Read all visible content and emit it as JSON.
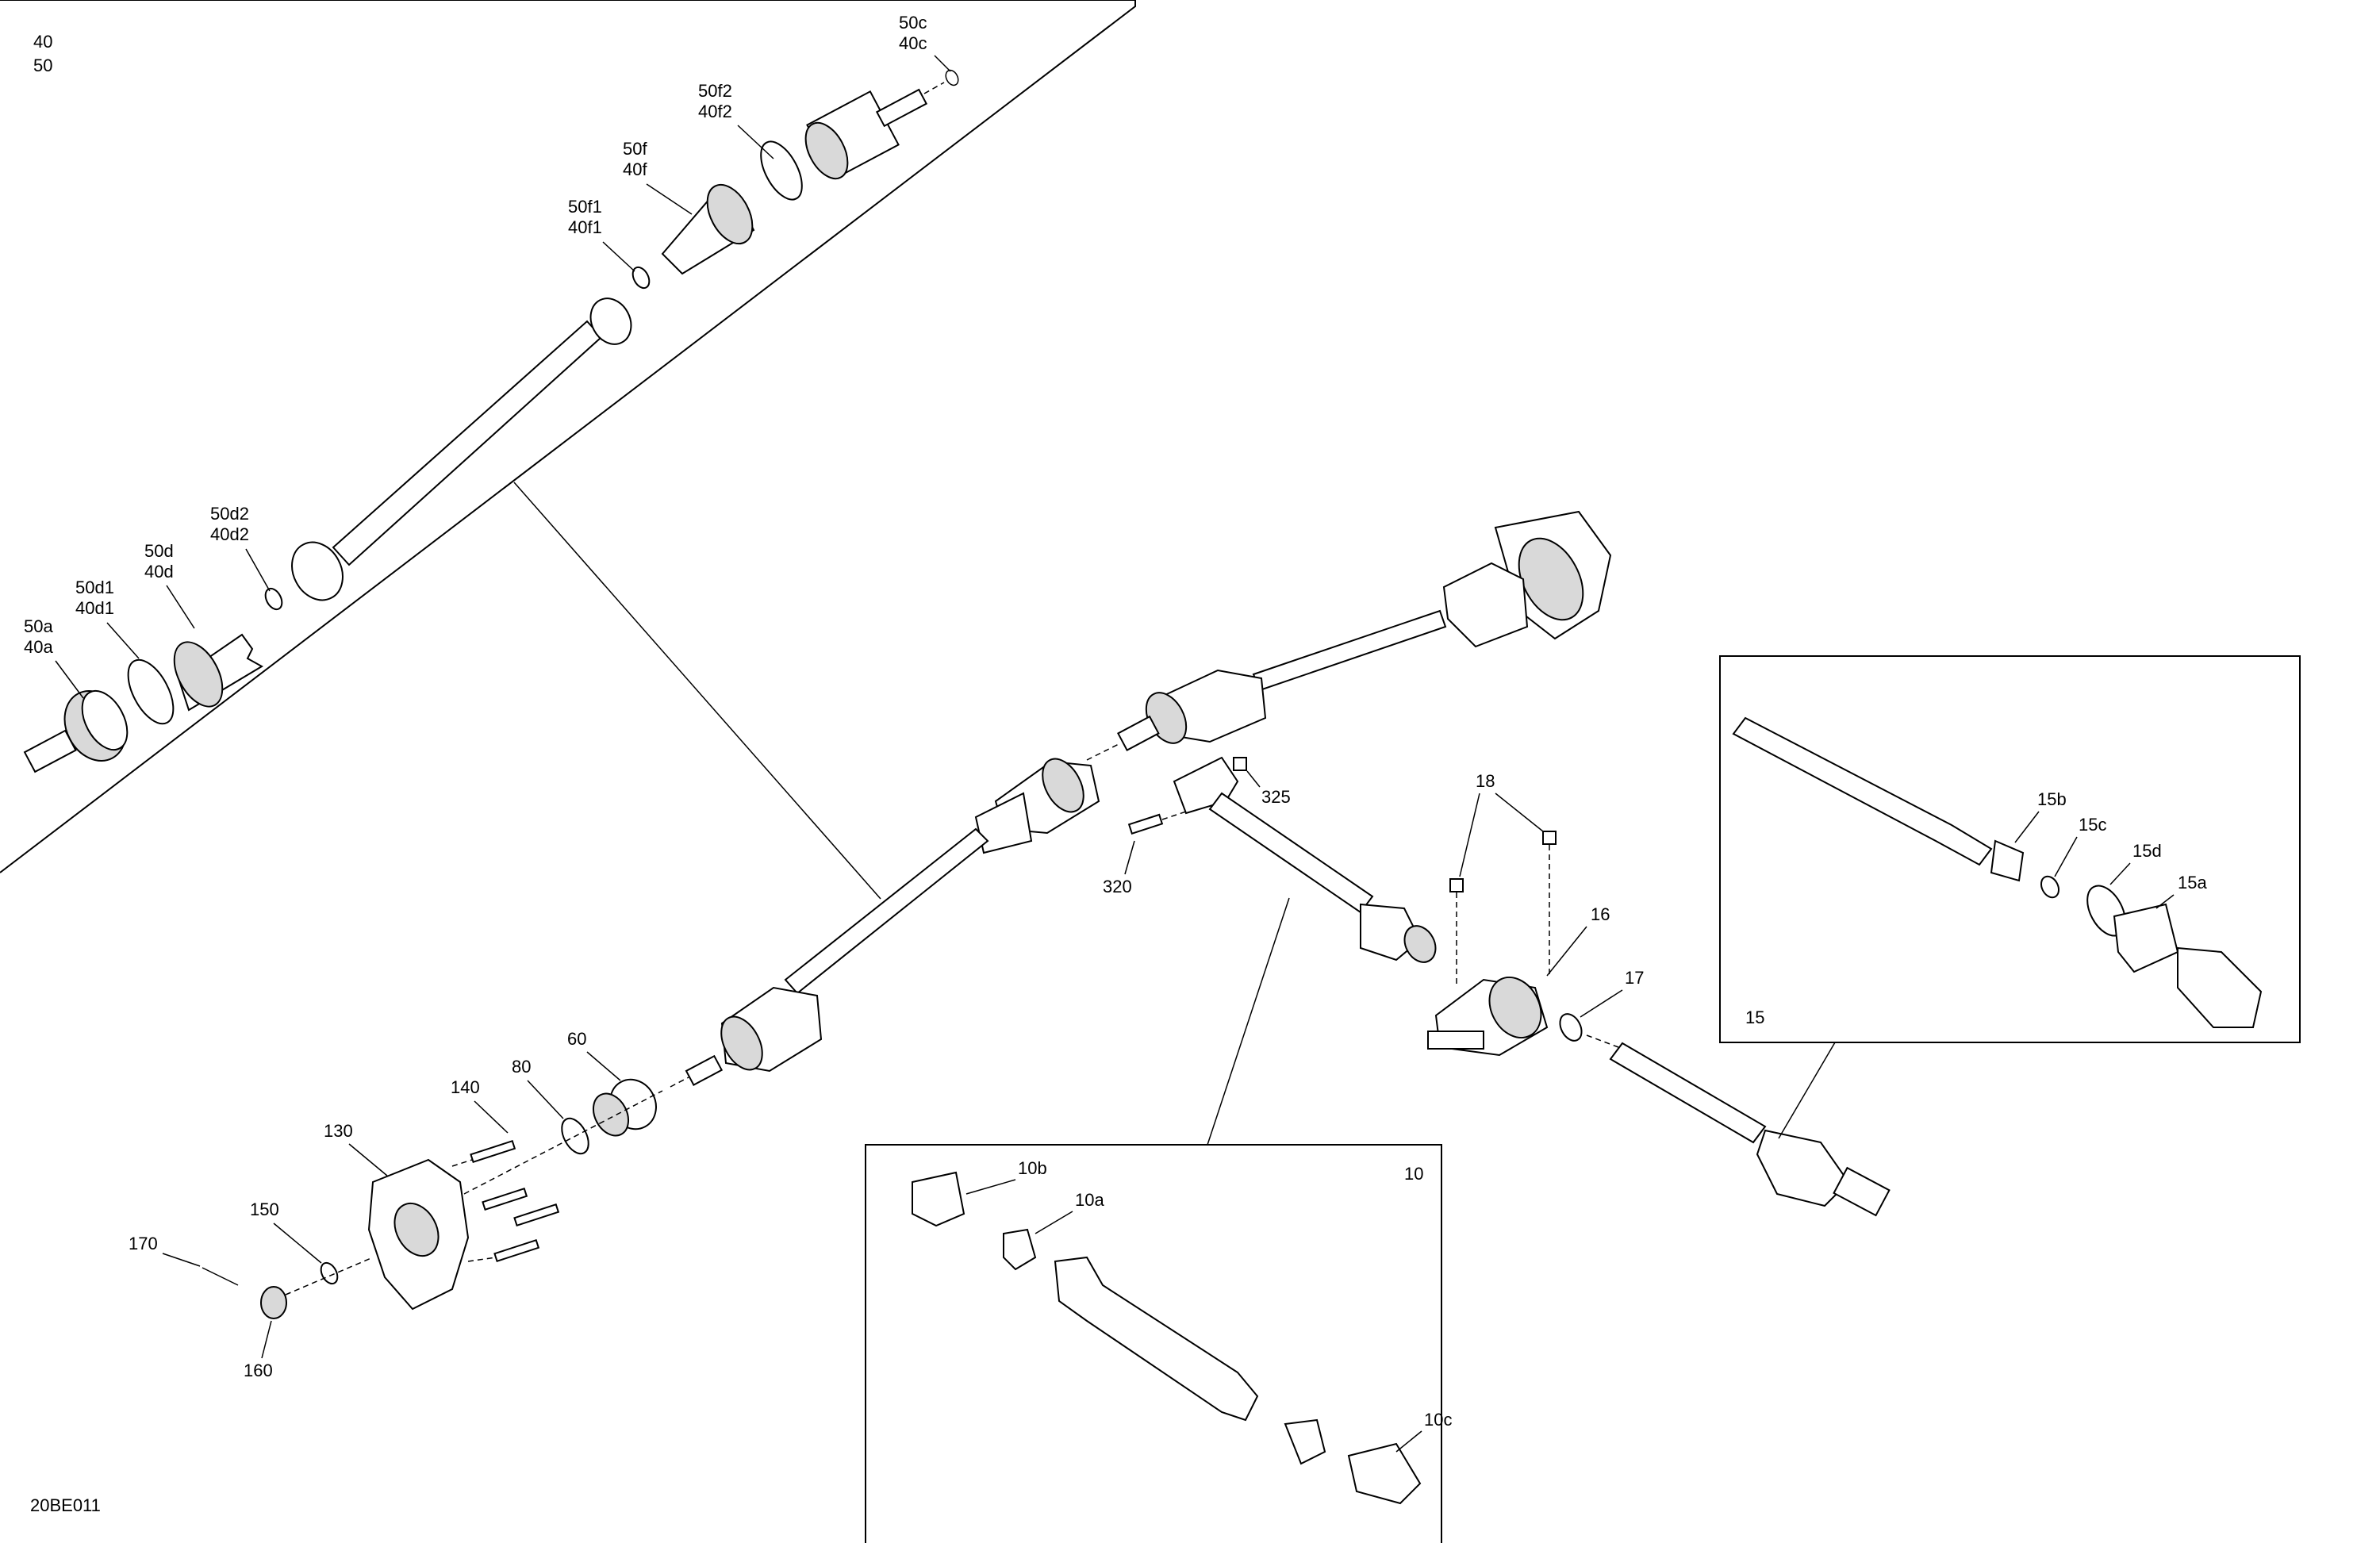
{
  "diagram_code": "20BE011",
  "inset_callouts": {
    "front_driveshaft": [
      "40",
      "50"
    ],
    "inset_10": "10",
    "inset_15": "15"
  },
  "callouts": {
    "c50c": [
      "50c",
      "40c"
    ],
    "c50f2": [
      "50f2",
      "40f2"
    ],
    "c50f": [
      "50f",
      "40f"
    ],
    "c50f1": [
      "50f1",
      "40f1"
    ],
    "c50d2": [
      "50d2",
      "40d2"
    ],
    "c50d": [
      "50d",
      "40d"
    ],
    "c50d1": [
      "50d1",
      "40d1"
    ],
    "c50a": [
      "50a",
      "40a"
    ],
    "c325": "325",
    "c320": "320",
    "c18": "18",
    "c16": "16",
    "c17": "17",
    "c60": "60",
    "c80": "80",
    "c140": "140",
    "c130": "130",
    "c150": "150",
    "c170": "170",
    "c160": "160",
    "c10b": "10b",
    "c10a": "10a",
    "c10c": "10c",
    "c15b": "15b",
    "c15c": "15c",
    "c15d": "15d",
    "c15a": "15a"
  }
}
